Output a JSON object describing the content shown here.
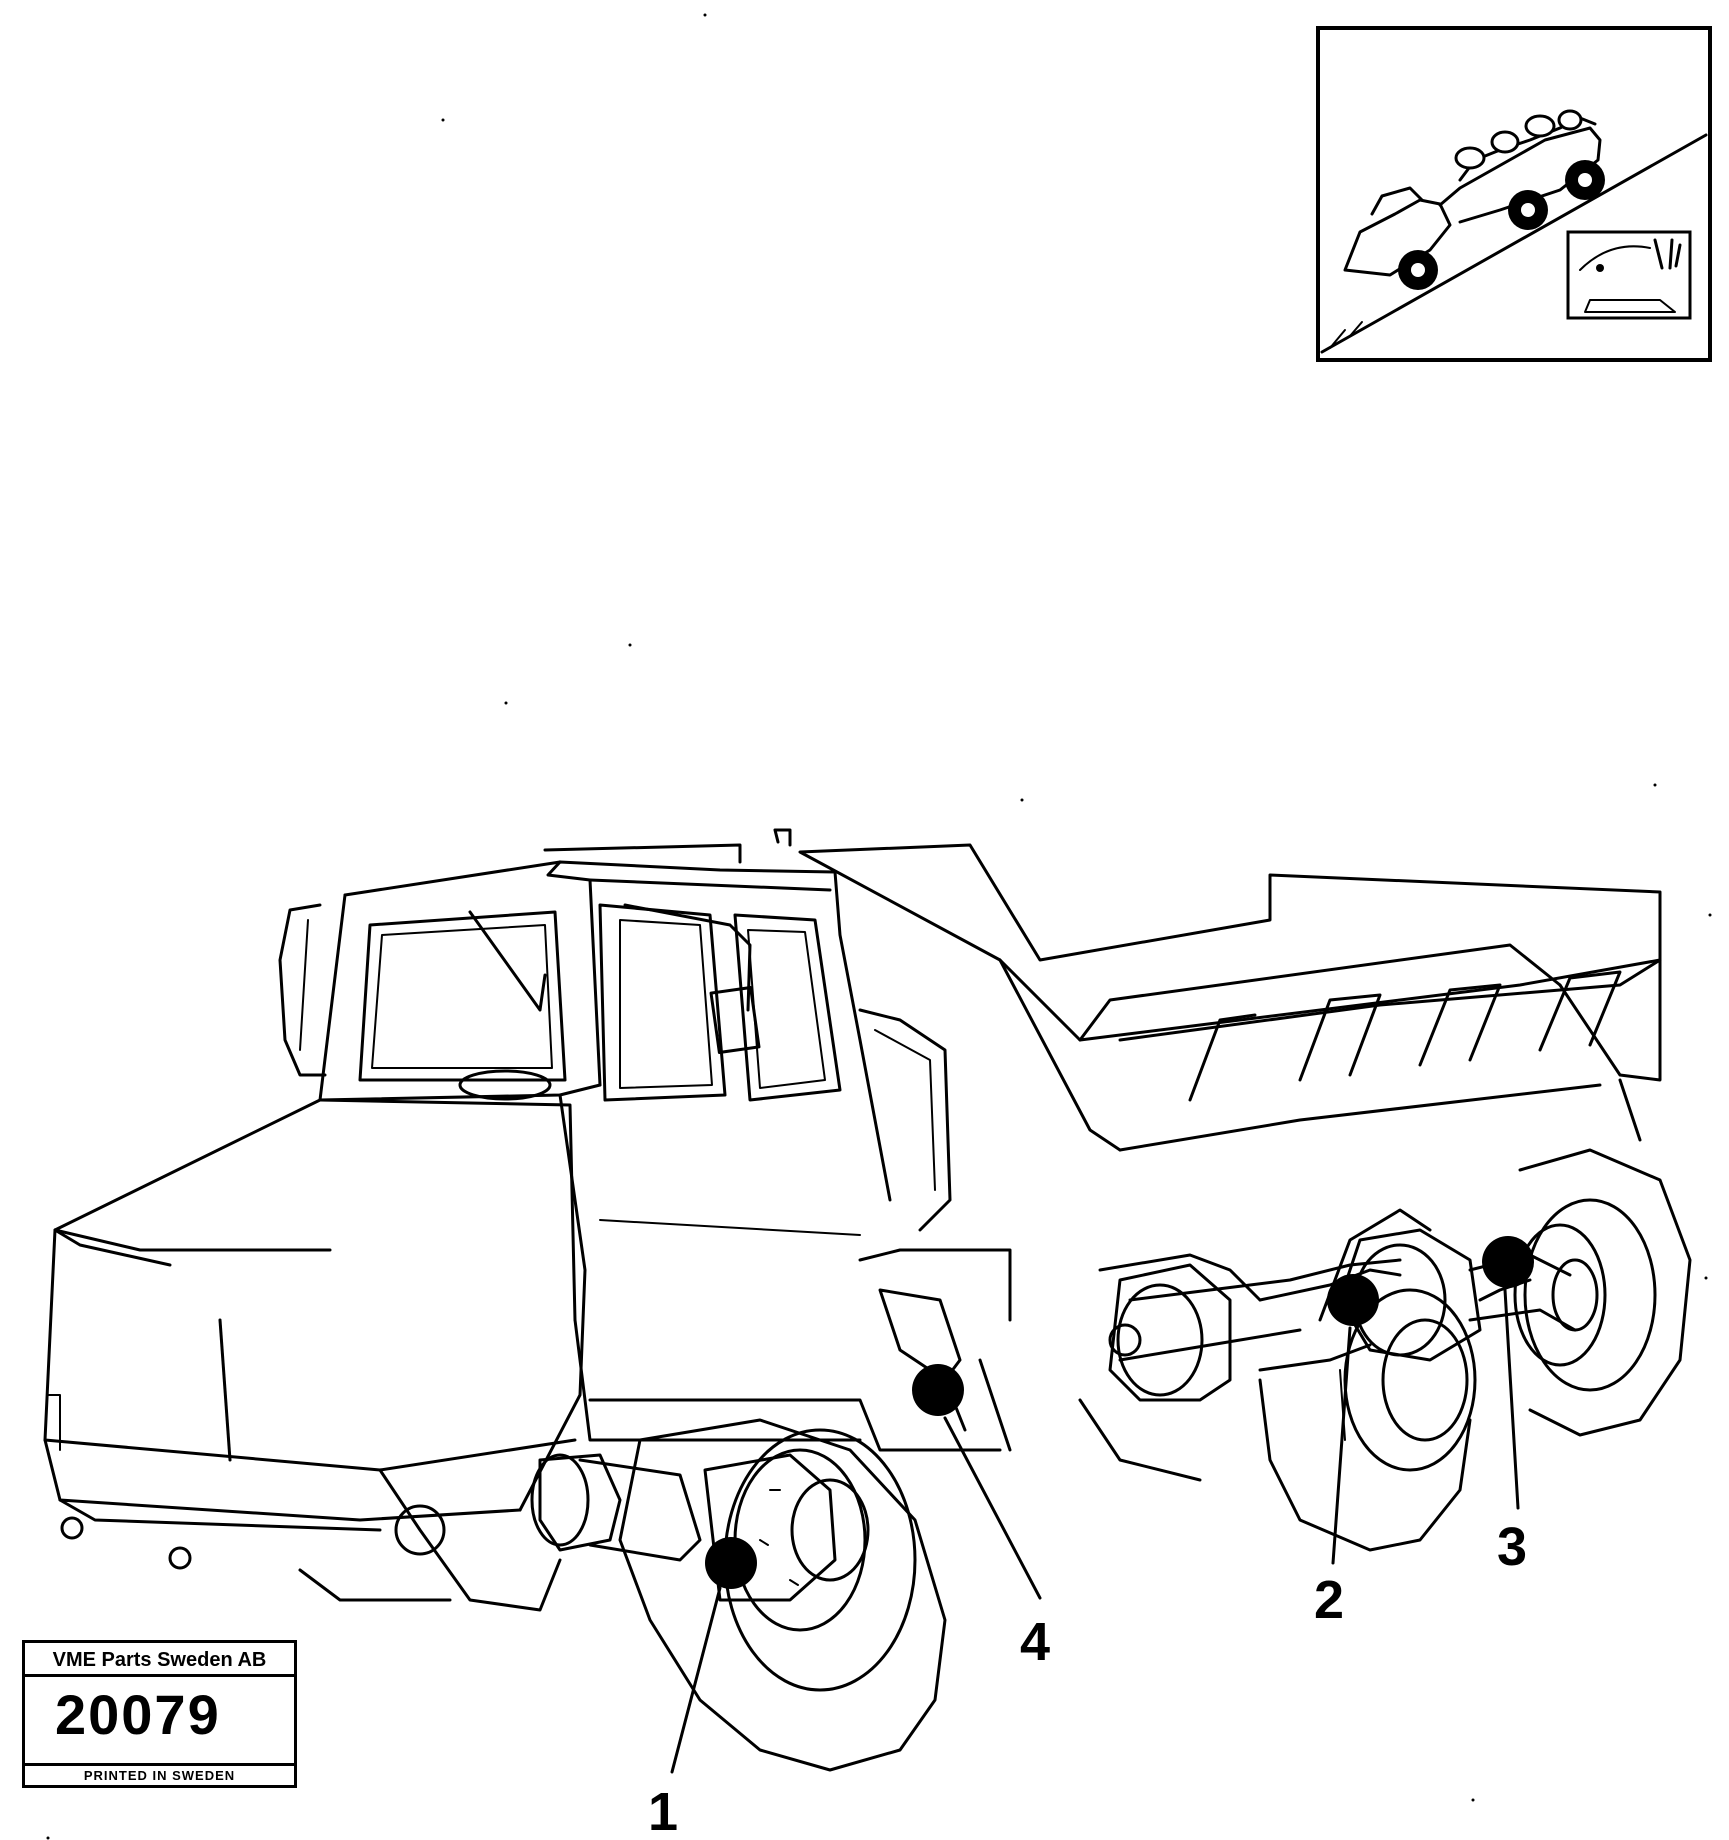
{
  "callouts": [
    {
      "label": "1"
    },
    {
      "label": "2"
    },
    {
      "label": "3"
    },
    {
      "label": "4"
    }
  ],
  "stamp": {
    "company": "VME Parts Sweden AB",
    "number": "20079",
    "printed": "PRINTED IN SWEDEN"
  }
}
